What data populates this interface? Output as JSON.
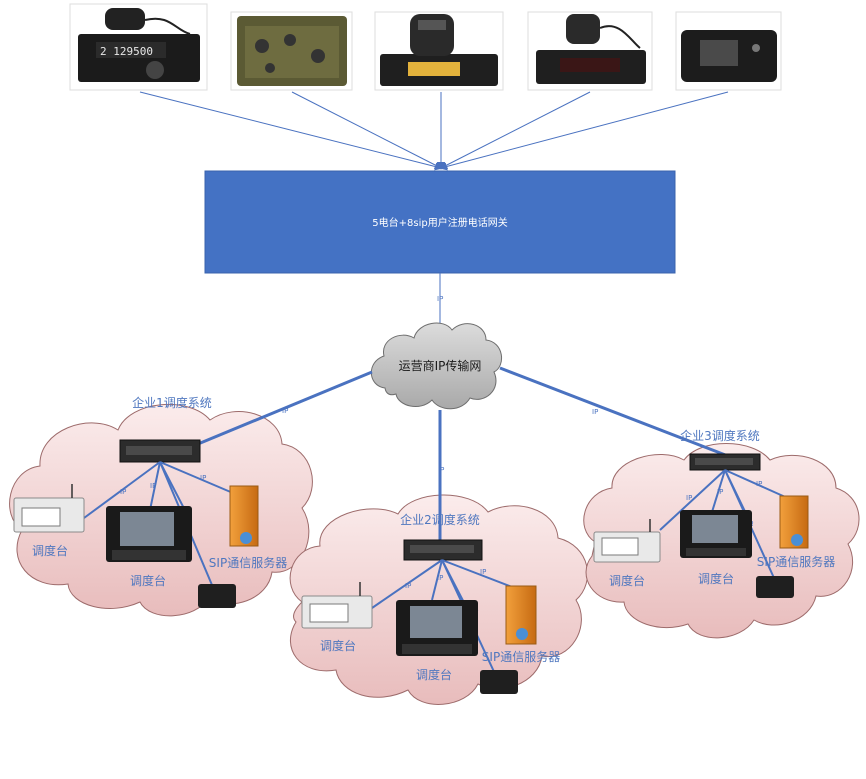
{
  "gateway": {
    "label": "5电台+8sip用户注册电话网关",
    "color": "#4472c4"
  },
  "cloud": {
    "label": "运营商IP传输网",
    "color": "#bdbdbd"
  },
  "link_label": "IP",
  "colors": {
    "link": "#4a72c0",
    "enterprise_cloud": "#f2d6d6",
    "cloud_stroke": "#a06f6f",
    "text_blue": "#4f77bf"
  },
  "radios": [
    {
      "name": "hf-radio-1"
    },
    {
      "name": "military-radio"
    },
    {
      "name": "mobile-radio-1"
    },
    {
      "name": "mobile-radio-2"
    },
    {
      "name": "digital-radio"
    }
  ],
  "enterprises": [
    {
      "title": "企业1调度系统",
      "console_small": "调度台",
      "console_large": "调度台",
      "server": "SIP通信服务器"
    },
    {
      "title": "企业2调度系统",
      "console_small": "调度台",
      "console_large": "调度台",
      "server": "SIP通信服务器"
    },
    {
      "title": "企业3调度系统",
      "console_small": "调度台",
      "console_large": "调度台",
      "server": "SIP通信服务器"
    }
  ]
}
